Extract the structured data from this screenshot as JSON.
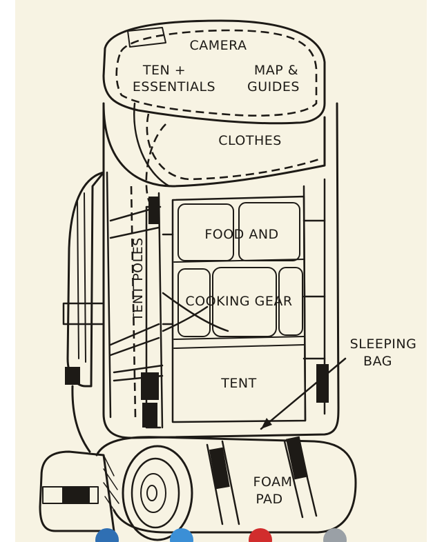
{
  "diagram": {
    "labels": {
      "camera": "CAMERA",
      "ten_essentials_line1": "TEN +",
      "ten_essentials_line2": "ESSENTIALS",
      "map_line1": "MAP &",
      "map_line2": "GUIDES",
      "clothes": "CLOTHES",
      "food_and": "FOOD AND",
      "cooking_gear": "COOKING GEAR",
      "tent_poles": "TENT POLES",
      "sleeping_line1": "SLEEPING",
      "sleeping_line2": "BAG",
      "tent": "TENT",
      "foam_line1": "FOAM",
      "foam_line2": "PAD"
    },
    "colors": {
      "paper": "#f7f3e3",
      "ink": "#1d1a16"
    }
  },
  "share_bar": {
    "buttons": [
      {
        "icon": "share-circle-icon",
        "color": "#2f6fb3"
      },
      {
        "icon": "share-circle-icon",
        "color": "#3b8fd6"
      },
      {
        "icon": "share-circle-icon",
        "color": "#d12d2d"
      },
      {
        "icon": "share-circle-icon",
        "color": "#9aa0a6"
      }
    ]
  }
}
